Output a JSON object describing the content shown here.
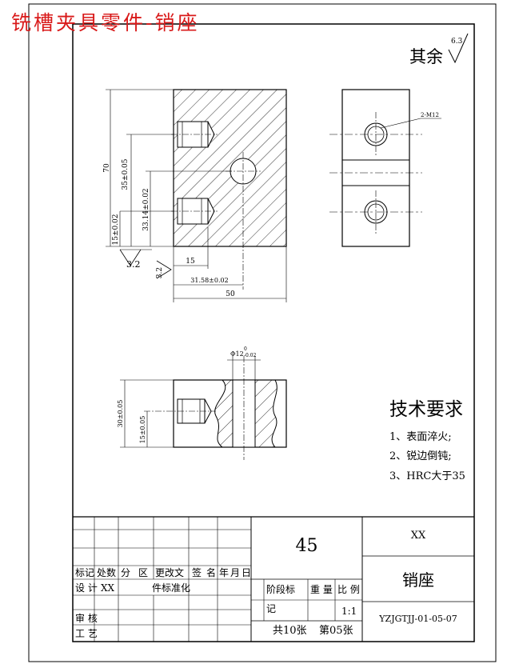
{
  "document": {
    "title": "铣槽夹具零件-销座"
  },
  "surface_finish": {
    "label": "其余",
    "value": "6.3"
  },
  "dimensions": {
    "overall_height": "70",
    "hole_upper": "35±0.05",
    "hole_between": "33.14±0.02",
    "hole_lower": "15±0.02",
    "roughness_left": "3.2",
    "roughness_bottom": "3.2",
    "depth": "15",
    "center_offset": "31.58±0.02",
    "width": "50",
    "thread_callout": "2-M12",
    "bore_callout": "Φ12",
    "bore_tol_upper": "0",
    "bore_tol_lower": "-0.02",
    "section_height": "30±0.05",
    "section_hole": "15±0.05"
  },
  "technical_requirements": {
    "heading": "技术要求",
    "items": [
      "1、表面淬火;",
      "2、锐边倒钝;",
      "3、HRC大于35"
    ]
  },
  "title_block": {
    "material": "45",
    "company": "XX",
    "part_name": "销座",
    "drawing_number": "YZJGTJJ-01-05-07",
    "scale": "1:1",
    "total_sheets": "共10张",
    "sheet_number": "第05张",
    "rev_header": [
      "标记",
      "处数",
      "分",
      "区",
      "更改文",
      "签",
      "名",
      "年",
      "月",
      "日"
    ],
    "row_design": "设 计",
    "designer": "XX",
    "standardization": "件标准化",
    "row_review": "审 核",
    "row_process": "工 艺",
    "stage_mark": "阶段标",
    "ji": "记",
    "weight": "重 量",
    "ratio": "比 例"
  }
}
